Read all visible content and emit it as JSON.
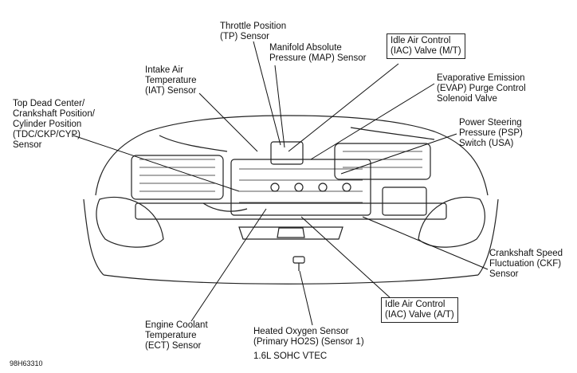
{
  "labels": {
    "throttle_position": "Throttle Position\n(TP) Sensor",
    "manifold_absolute_pressure": "Manifold Absolute\nPressure (MAP) Sensor",
    "idle_air_control_mt": "Idle Air Control\n(IAC) Valve (M/T)",
    "evaporative_emission": "Evaporative Emission\n(EVAP) Purge Control\nSolenoid Valve",
    "power_steering_pressure": "Power Steering\nPressure (PSP)\nSwitch (USA)",
    "intake_air_temperature": "Intake Air\nTemperature\n(IAT) Sensor",
    "top_dead_center": "Top Dead Center/\nCrankshaft Position/\nCylinder Position\n(TDC/CKP/CYP)\nSensor",
    "crankshaft_speed_fluctuation": "Crankshaft Speed\nFluctuation (CKF)\nSensor",
    "idle_air_control_at": "Idle Air Control\n(IAC) Valve (A/T)",
    "engine_coolant_temperature": "Engine Coolant\nTemperature\n(ECT) Sensor",
    "heated_oxygen_sensor": "Heated Oxygen Sensor\n(Primary HO2S) (Sensor 1)"
  },
  "caption": "1.6L SOHC VTEC",
  "figure_id": "98H63310"
}
